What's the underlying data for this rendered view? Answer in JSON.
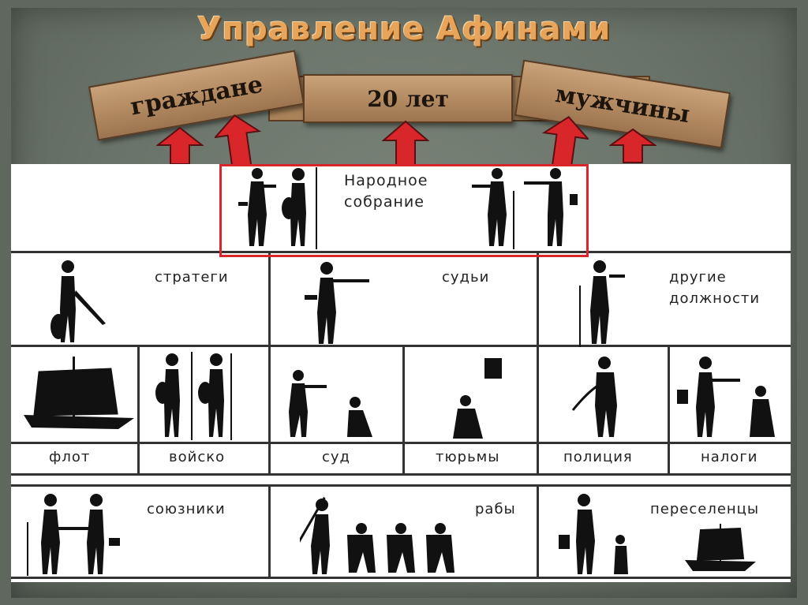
{
  "title": "Управление Афинами",
  "planks": {
    "left": "граждане",
    "center": "20 лет",
    "right": "мужчины"
  },
  "top_cell": {
    "label": "Народное\nсобрание"
  },
  "row1": [
    {
      "label": "стратеги"
    },
    {
      "label": "судьи"
    },
    {
      "label": "другие\nдолжности"
    }
  ],
  "row2": [
    {
      "label": "флот"
    },
    {
      "label": "войско"
    },
    {
      "label": "суд"
    },
    {
      "label": "тюрьмы"
    },
    {
      "label": "полиция"
    },
    {
      "label": "налоги"
    }
  ],
  "row3": [
    {
      "label": "союзники"
    },
    {
      "label": "рабы"
    },
    {
      "label": "переселенцы"
    }
  ],
  "colors": {
    "title": "#e6a55a",
    "plank": "#b48b62",
    "arrow": "#d9262b",
    "highlight_border": "#d9262b"
  }
}
